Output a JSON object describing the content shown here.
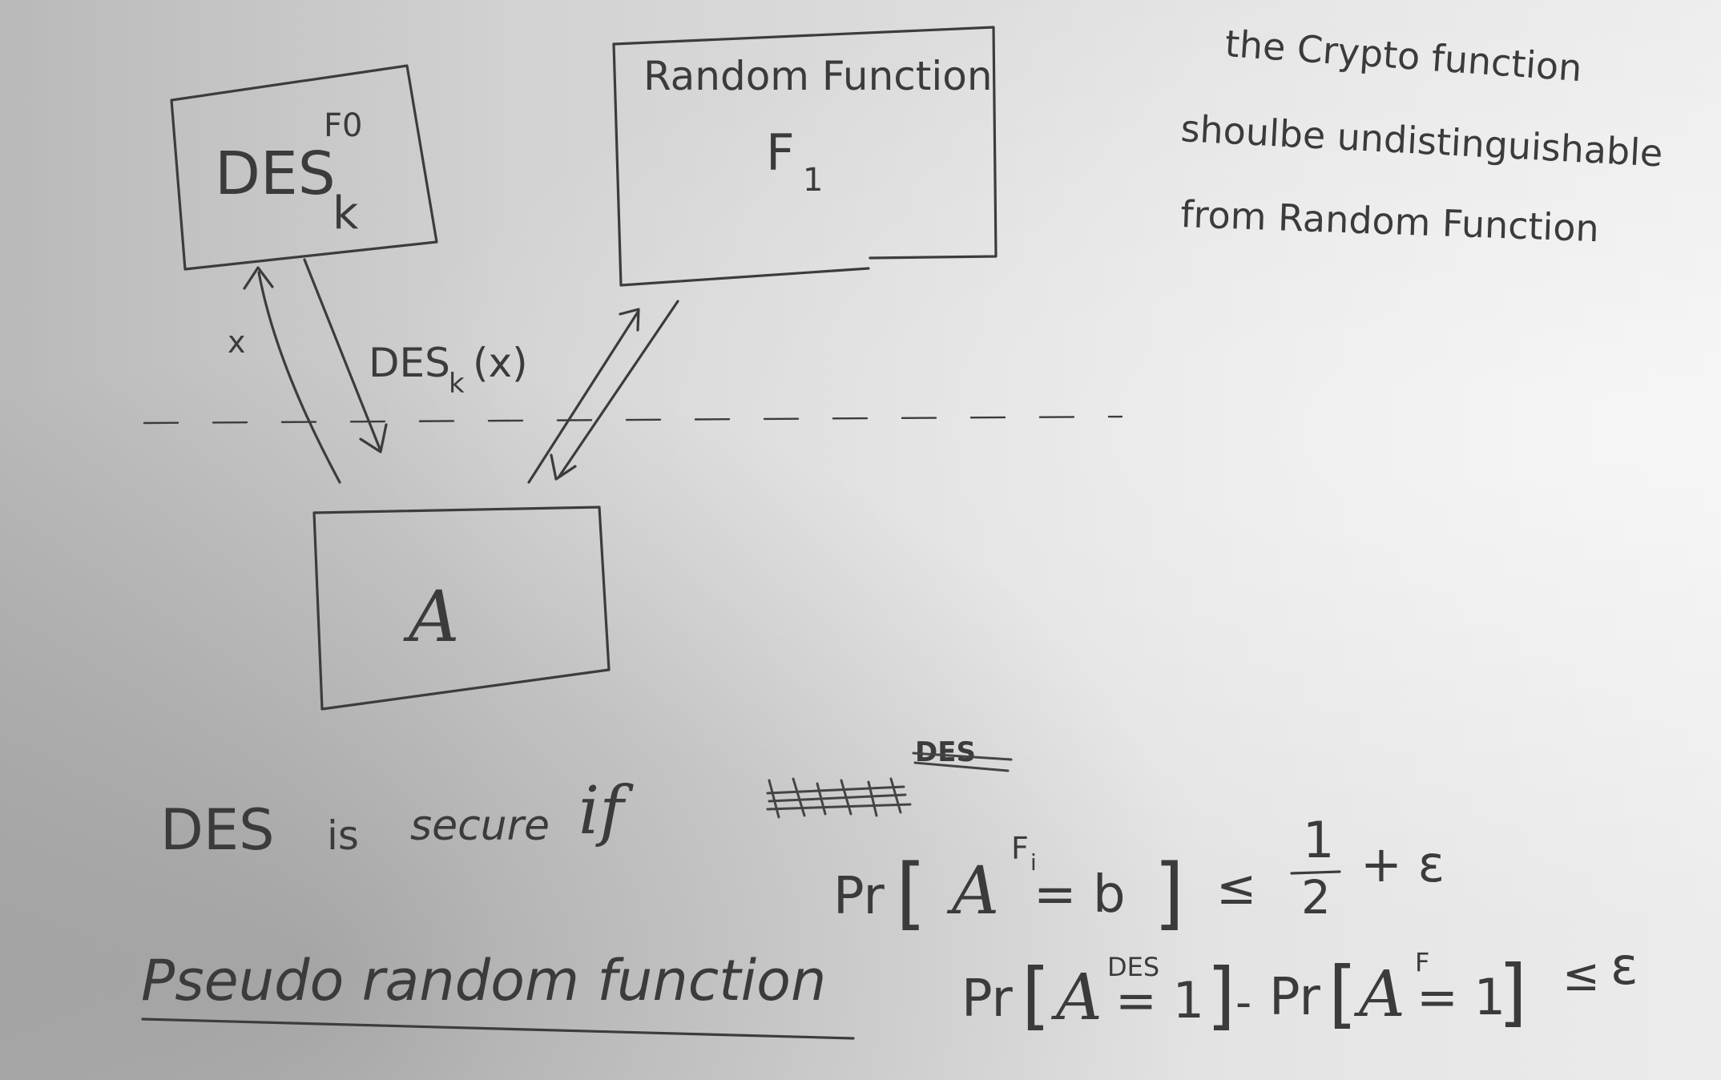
{
  "boxes": {
    "des_box": {
      "label": "DES",
      "subscript": "k",
      "superscript": "F0"
    },
    "random_box": {
      "title": "Random Function",
      "label": "F",
      "subscript": "1"
    },
    "adversary_box": {
      "label": "A"
    }
  },
  "arrows": {
    "query_label": "x",
    "response_label": "DES",
    "response_sub": "k",
    "response_arg": "(x)"
  },
  "note": {
    "line1": "the Crypto function",
    "line2": "shoulbe undistinguishable",
    "line3": "from Random Function"
  },
  "bottom": {
    "statement_subject": "DES",
    "statement_is": "is",
    "statement_secure": "secure",
    "statement_if": "if",
    "crossed_out_superscript": "DES",
    "heading": "Pseudo random function",
    "eq1": {
      "pr": "Pr",
      "open": "[",
      "adversary": "A",
      "superscript": "F",
      "superscript_sub": "i",
      "rhs_inner": "= b",
      "close": "]",
      "leq": "≤",
      "frac_num": "1",
      "frac_den": "2",
      "plus_eps": "+ ε"
    },
    "eq2": {
      "pr1": "Pr",
      "adversary1": "A",
      "sup1": "DES",
      "inner1": "= 1",
      "minus": "-",
      "pr2": "Pr",
      "adversary2": "A",
      "sup2": "F",
      "inner2": "= 1",
      "leq": "≤",
      "eps": "ε"
    }
  }
}
